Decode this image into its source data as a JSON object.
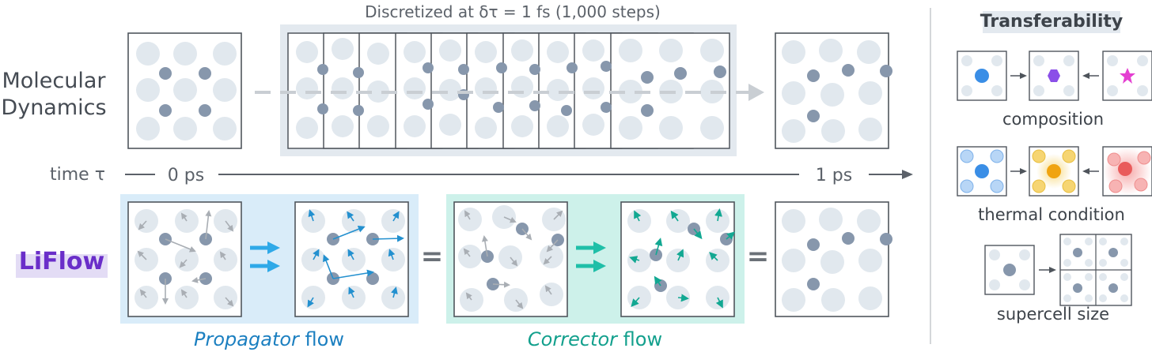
{
  "top_caption": "Discretized at δτ = 1 fs  (1,000 steps)",
  "md_label_line1": "Molecular",
  "md_label_line2": "Dynamics",
  "time_label": "time τ",
  "time_start": "0 ps",
  "time_end": "1 ps",
  "liflow_label": "LiFlow",
  "equals_sign": "=",
  "propagator_word": "Propagator",
  "corrector_word": "Corrector",
  "flow_word": " flow",
  "transferability_title": "Transferability",
  "composition_label": "composition",
  "thermal_label": "thermal condition",
  "supercell_label": "supercell size",
  "colors": {
    "host_atom": "#e1e8ee",
    "mobile_atom": "#8797ac",
    "propagator_bg": "#d9ecf9",
    "propagator_arrow": "#2fa9e8",
    "propagator_text": "#1b7fc0",
    "corrector_bg": "#cdf1ea",
    "corrector_arrow": "#1fbfa8",
    "corrector_text": "#13a08d",
    "liflow": "#6a2ec9",
    "stack_bg": "#e3e9ef"
  }
}
